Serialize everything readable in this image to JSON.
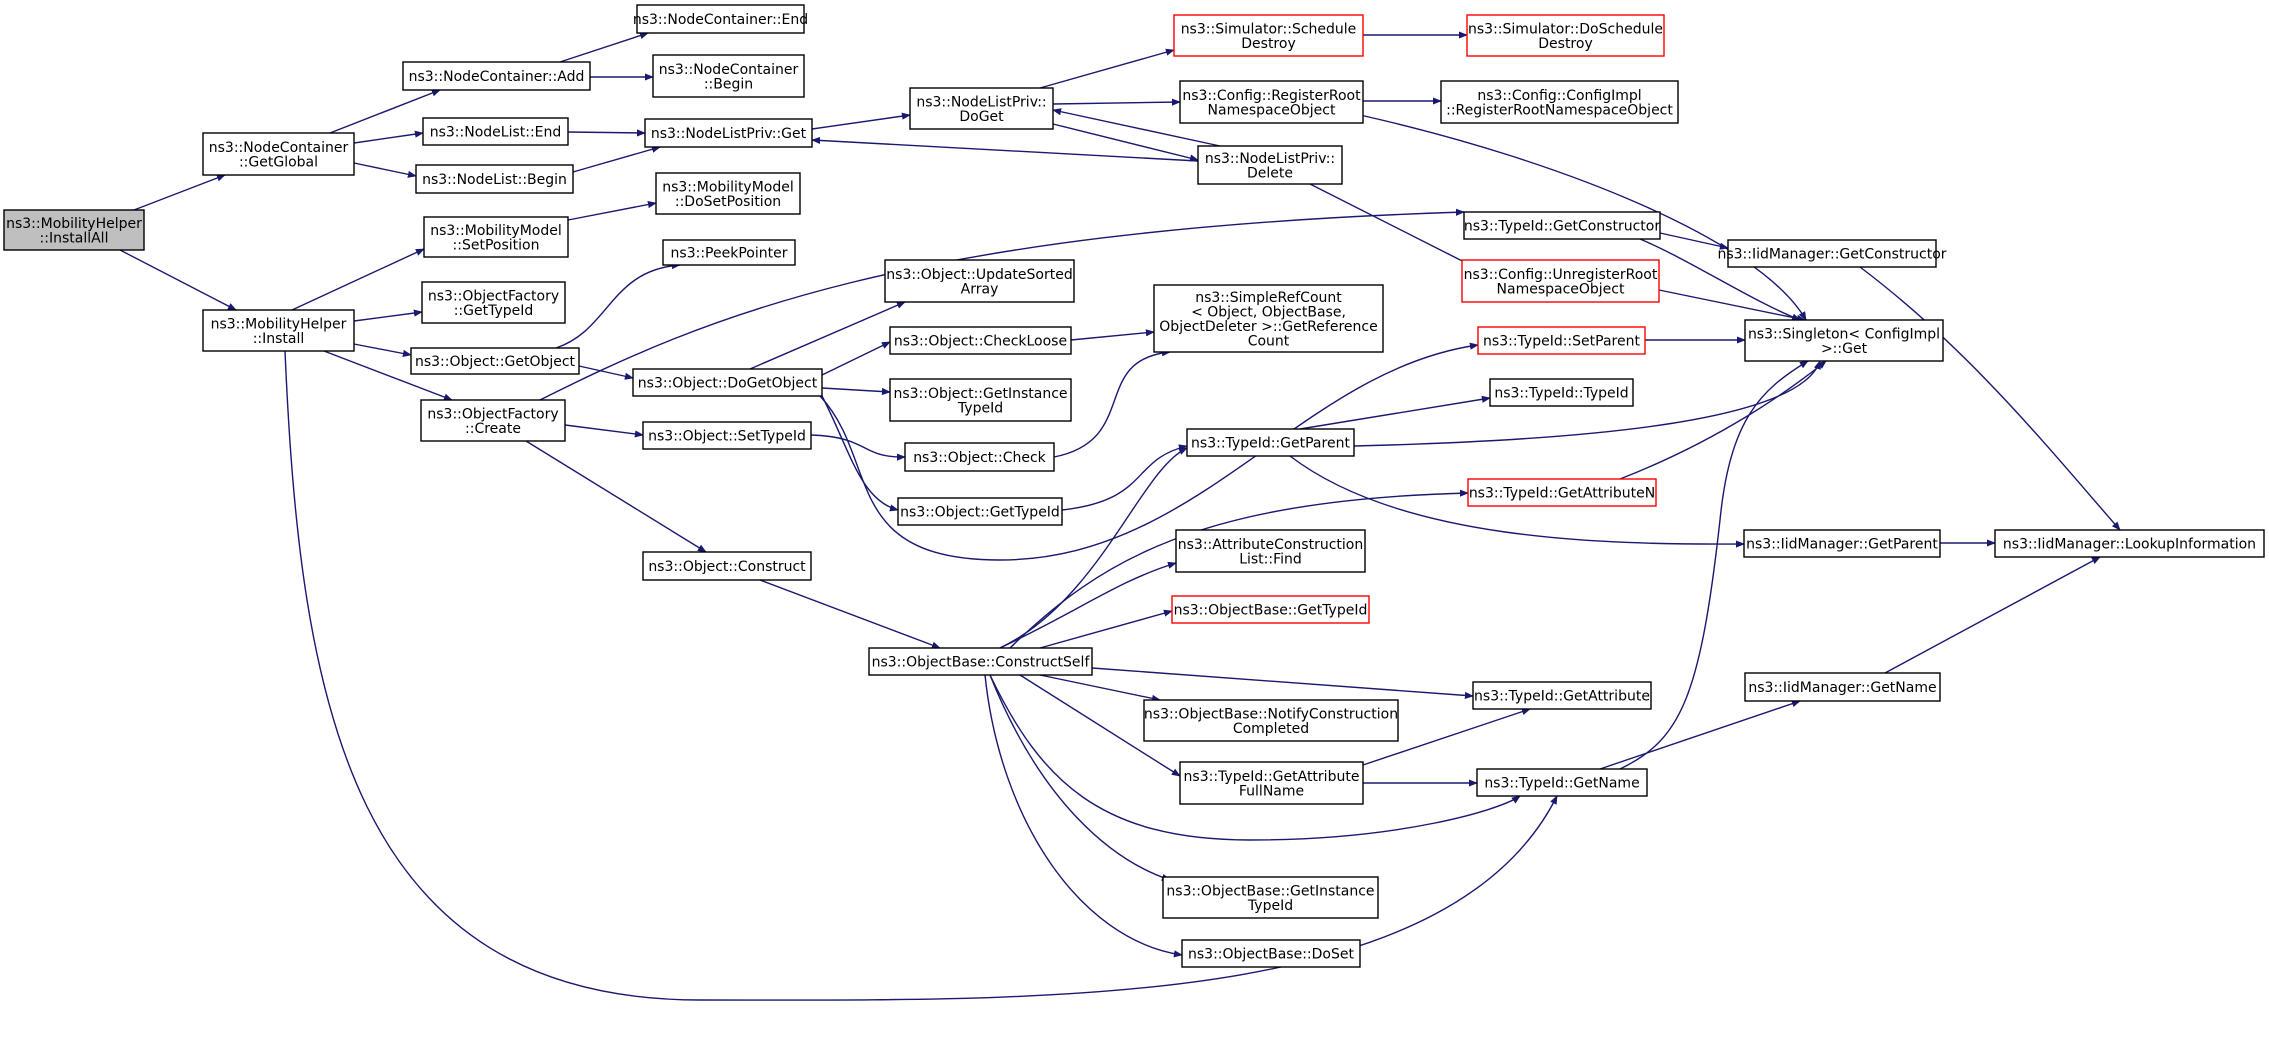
{
  "colors": {
    "edge": "#191970",
    "box_stroke": "#000000",
    "box_stroke_missing": "#ff0000",
    "root_fill": "#bfbfbf"
  },
  "nodes": [
    {
      "id": "installall",
      "lines": [
        "ns3::MobilityHelper",
        "::InstallAll"
      ],
      "style": "root"
    },
    {
      "id": "getglobal",
      "lines": [
        "ns3::NodeContainer",
        "::GetGlobal"
      ],
      "style": "normal"
    },
    {
      "id": "install",
      "lines": [
        "ns3::MobilityHelper",
        "::Install"
      ],
      "style": "normal"
    },
    {
      "id": "nc_add",
      "lines": [
        "ns3::NodeContainer::Add"
      ],
      "style": "normal"
    },
    {
      "id": "nl_end",
      "lines": [
        "ns3::NodeList::End"
      ],
      "style": "normal"
    },
    {
      "id": "nl_begin",
      "lines": [
        "ns3::NodeList::Begin"
      ],
      "style": "normal"
    },
    {
      "id": "nc_end",
      "lines": [
        "ns3::NodeContainer::End"
      ],
      "style": "normal"
    },
    {
      "id": "nc_begin",
      "lines": [
        "ns3::NodeContainer",
        "::Begin"
      ],
      "style": "normal"
    },
    {
      "id": "nlp_get",
      "lines": [
        "ns3::NodeListPriv::Get"
      ],
      "style": "normal"
    },
    {
      "id": "nlp_doget",
      "lines": [
        "ns3::NodeListPriv::",
        "DoGet"
      ],
      "style": "normal"
    },
    {
      "id": "sim_sched",
      "lines": [
        "ns3::Simulator::Schedule",
        "Destroy"
      ],
      "style": "missing"
    },
    {
      "id": "sim_dosched",
      "lines": [
        "ns3::Simulator::DoSchedule",
        "Destroy"
      ],
      "style": "missing"
    },
    {
      "id": "cfg_regroot",
      "lines": [
        "ns3::Config::RegisterRoot",
        "NamespaceObject"
      ],
      "style": "normal"
    },
    {
      "id": "cfgimpl_reg",
      "lines": [
        "ns3::Config::ConfigImpl",
        "::RegisterRootNamespaceObject"
      ],
      "style": "normal"
    },
    {
      "id": "nlp_delete",
      "lines": [
        "ns3::NodeListPriv::",
        "Delete"
      ],
      "style": "normal"
    },
    {
      "id": "cfg_unreg",
      "lines": [
        "ns3::Config::UnregisterRoot",
        "NamespaceObject"
      ],
      "style": "missing"
    },
    {
      "id": "singleton_get",
      "lines": [
        "ns3::Singleton< ConfigImpl",
        ">::Get"
      ],
      "style": "normal"
    },
    {
      "id": "mm_setpos",
      "lines": [
        "ns3::MobilityModel",
        "::SetPosition"
      ],
      "style": "normal"
    },
    {
      "id": "mm_dosetpos",
      "lines": [
        "ns3::MobilityModel",
        "::DoSetPosition"
      ],
      "style": "normal"
    },
    {
      "id": "of_gettypeid",
      "lines": [
        "ns3::ObjectFactory",
        "::GetTypeId"
      ],
      "style": "normal"
    },
    {
      "id": "peekpointer",
      "lines": [
        "ns3::PeekPointer"
      ],
      "style": "normal"
    },
    {
      "id": "obj_getobject",
      "lines": [
        "ns3::Object::GetObject"
      ],
      "style": "normal"
    },
    {
      "id": "of_create",
      "lines": [
        "ns3::ObjectFactory",
        "::Create"
      ],
      "style": "normal"
    },
    {
      "id": "obj_dogetobject",
      "lines": [
        "ns3::Object::DoGetObject"
      ],
      "style": "normal"
    },
    {
      "id": "obj_updsorted",
      "lines": [
        "ns3::Object::UpdateSorted",
        "Array"
      ],
      "style": "normal"
    },
    {
      "id": "obj_checkloose",
      "lines": [
        "ns3::Object::CheckLoose"
      ],
      "style": "normal"
    },
    {
      "id": "obj_getinsttid",
      "lines": [
        "ns3::Object::GetInstance",
        "TypeId"
      ],
      "style": "normal"
    },
    {
      "id": "obj_settypeid",
      "lines": [
        "ns3::Object::SetTypeId"
      ],
      "style": "normal"
    },
    {
      "id": "obj_check",
      "lines": [
        "ns3::Object::Check"
      ],
      "style": "normal"
    },
    {
      "id": "obj_gettypeid",
      "lines": [
        "ns3::Object::GetTypeId"
      ],
      "style": "normal"
    },
    {
      "id": "srefcount",
      "lines": [
        "ns3::SimpleRefCount",
        "< Object, ObjectBase,",
        "ObjectDeleter >::GetReference",
        "Count"
      ],
      "style": "normal"
    },
    {
      "id": "obj_construct",
      "lines": [
        "ns3::Object::Construct"
      ],
      "style": "normal"
    },
    {
      "id": "ob_constructself",
      "lines": [
        "ns3::ObjectBase::ConstructSelf"
      ],
      "style": "normal"
    },
    {
      "id": "tid_getctor",
      "lines": [
        "ns3::TypeId::GetConstructor"
      ],
      "style": "normal"
    },
    {
      "id": "iid_getctor",
      "lines": [
        "ns3::IidManager::GetConstructor"
      ],
      "style": "normal"
    },
    {
      "id": "tid_setparent",
      "lines": [
        "ns3::TypeId::SetParent"
      ],
      "style": "missing"
    },
    {
      "id": "tid_typeid",
      "lines": [
        "ns3::TypeId::TypeId"
      ],
      "style": "normal"
    },
    {
      "id": "tid_getparent",
      "lines": [
        "ns3::TypeId::GetParent"
      ],
      "style": "normal"
    },
    {
      "id": "tid_getattrn",
      "lines": [
        "ns3::TypeId::GetAttributeN"
      ],
      "style": "missing"
    },
    {
      "id": "iid_getparent",
      "lines": [
        "ns3::IidManager::GetParent"
      ],
      "style": "normal"
    },
    {
      "id": "iid_lookup",
      "lines": [
        "ns3::IidManager::LookupInformation"
      ],
      "style": "normal"
    },
    {
      "id": "acl_find",
      "lines": [
        "ns3::AttributeConstruction",
        "List::Find"
      ],
      "style": "normal"
    },
    {
      "id": "ob_gettypeid",
      "lines": [
        "ns3::ObjectBase::GetTypeId"
      ],
      "style": "missing"
    },
    {
      "id": "ob_notify",
      "lines": [
        "ns3::ObjectBase::NotifyConstruction",
        "Completed"
      ],
      "style": "normal"
    },
    {
      "id": "tid_getattr",
      "lines": [
        "ns3::TypeId::GetAttribute"
      ],
      "style": "normal"
    },
    {
      "id": "tid_getattrfull",
      "lines": [
        "ns3::TypeId::GetAttribute",
        "FullName"
      ],
      "style": "normal"
    },
    {
      "id": "tid_getname",
      "lines": [
        "ns3::TypeId::GetName"
      ],
      "style": "normal"
    },
    {
      "id": "iid_getname",
      "lines": [
        "ns3::IidManager::GetName"
      ],
      "style": "normal"
    },
    {
      "id": "ob_getinsttid",
      "lines": [
        "ns3::ObjectBase::GetInstance",
        "TypeId"
      ],
      "style": "normal"
    },
    {
      "id": "ob_doset",
      "lines": [
        "ns3::ObjectBase::DoSet"
      ],
      "style": "normal"
    }
  ]
}
